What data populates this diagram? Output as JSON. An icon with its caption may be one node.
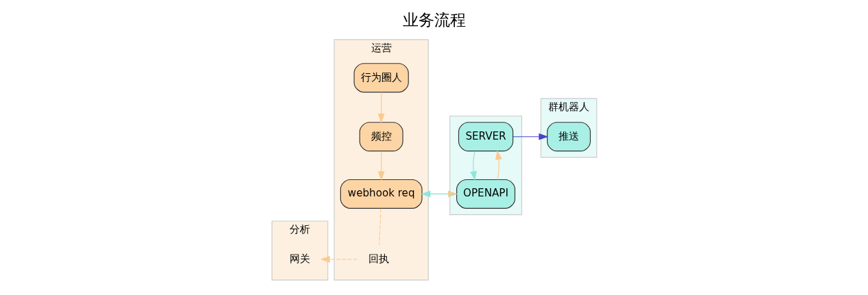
{
  "diagram": {
    "title": "业务流程",
    "nodes": [
      {
        "text": [
          "分析"
        ]
      },
      {
        "text": [
          "运营"
        ]
      },
      {
        "text": [],
        "shape": "box"
      },
      {
        "text": [
          "群机器人"
        ]
      },
      {
        "text": [
          "行为圈人"
        ],
        "in": 1
      },
      {
        "text": [
          "频控"
        ],
        "in": 1
      },
      {
        "text": [
          "webhook req"
        ],
        "in": 1
      },
      {
        "text": [
          "回执"
        ],
        "in": 1
      },
      {
        "text": [
          "网关"
        ],
        "in": 0
      },
      {
        "text": [
          "OPENAPI"
        ],
        "in": 2
      },
      {
        "text": [
          "SERVER"
        ],
        "in": 2
      },
      {
        "text": [
          "推送"
        ],
        "in": 3
      }
    ],
    "edges": [
      {
        "from": 4,
        "to": 5,
        "arrow": "to",
        "color": "#fbc98f"
      },
      {
        "from": 5,
        "to": 6,
        "arrow": "to",
        "color": "#fbc98f"
      },
      {
        "from": 6,
        "to": 9,
        "arrow": "to",
        "color": "#fbc98f"
      },
      {
        "from": 9,
        "to": 6,
        "arrow": "to",
        "color": "#8ee6dc"
      },
      {
        "from": 9,
        "to": 10,
        "arrow": "to",
        "color": "#fbc98f"
      },
      {
        "from": 10,
        "to": 9,
        "arrow": "to",
        "color": "#8ee6dc"
      },
      {
        "from": 10,
        "to": 11,
        "arrow": "to",
        "color": "#4444cc"
      },
      {
        "from": 6,
        "to": 7,
        "arrow": "none",
        "style": "dashed",
        "color": "#fbc98f"
      },
      {
        "from": 7,
        "to": 8,
        "arrow": "to",
        "style": "dashed",
        "color": "#fbc98f"
      }
    ]
  }
}
